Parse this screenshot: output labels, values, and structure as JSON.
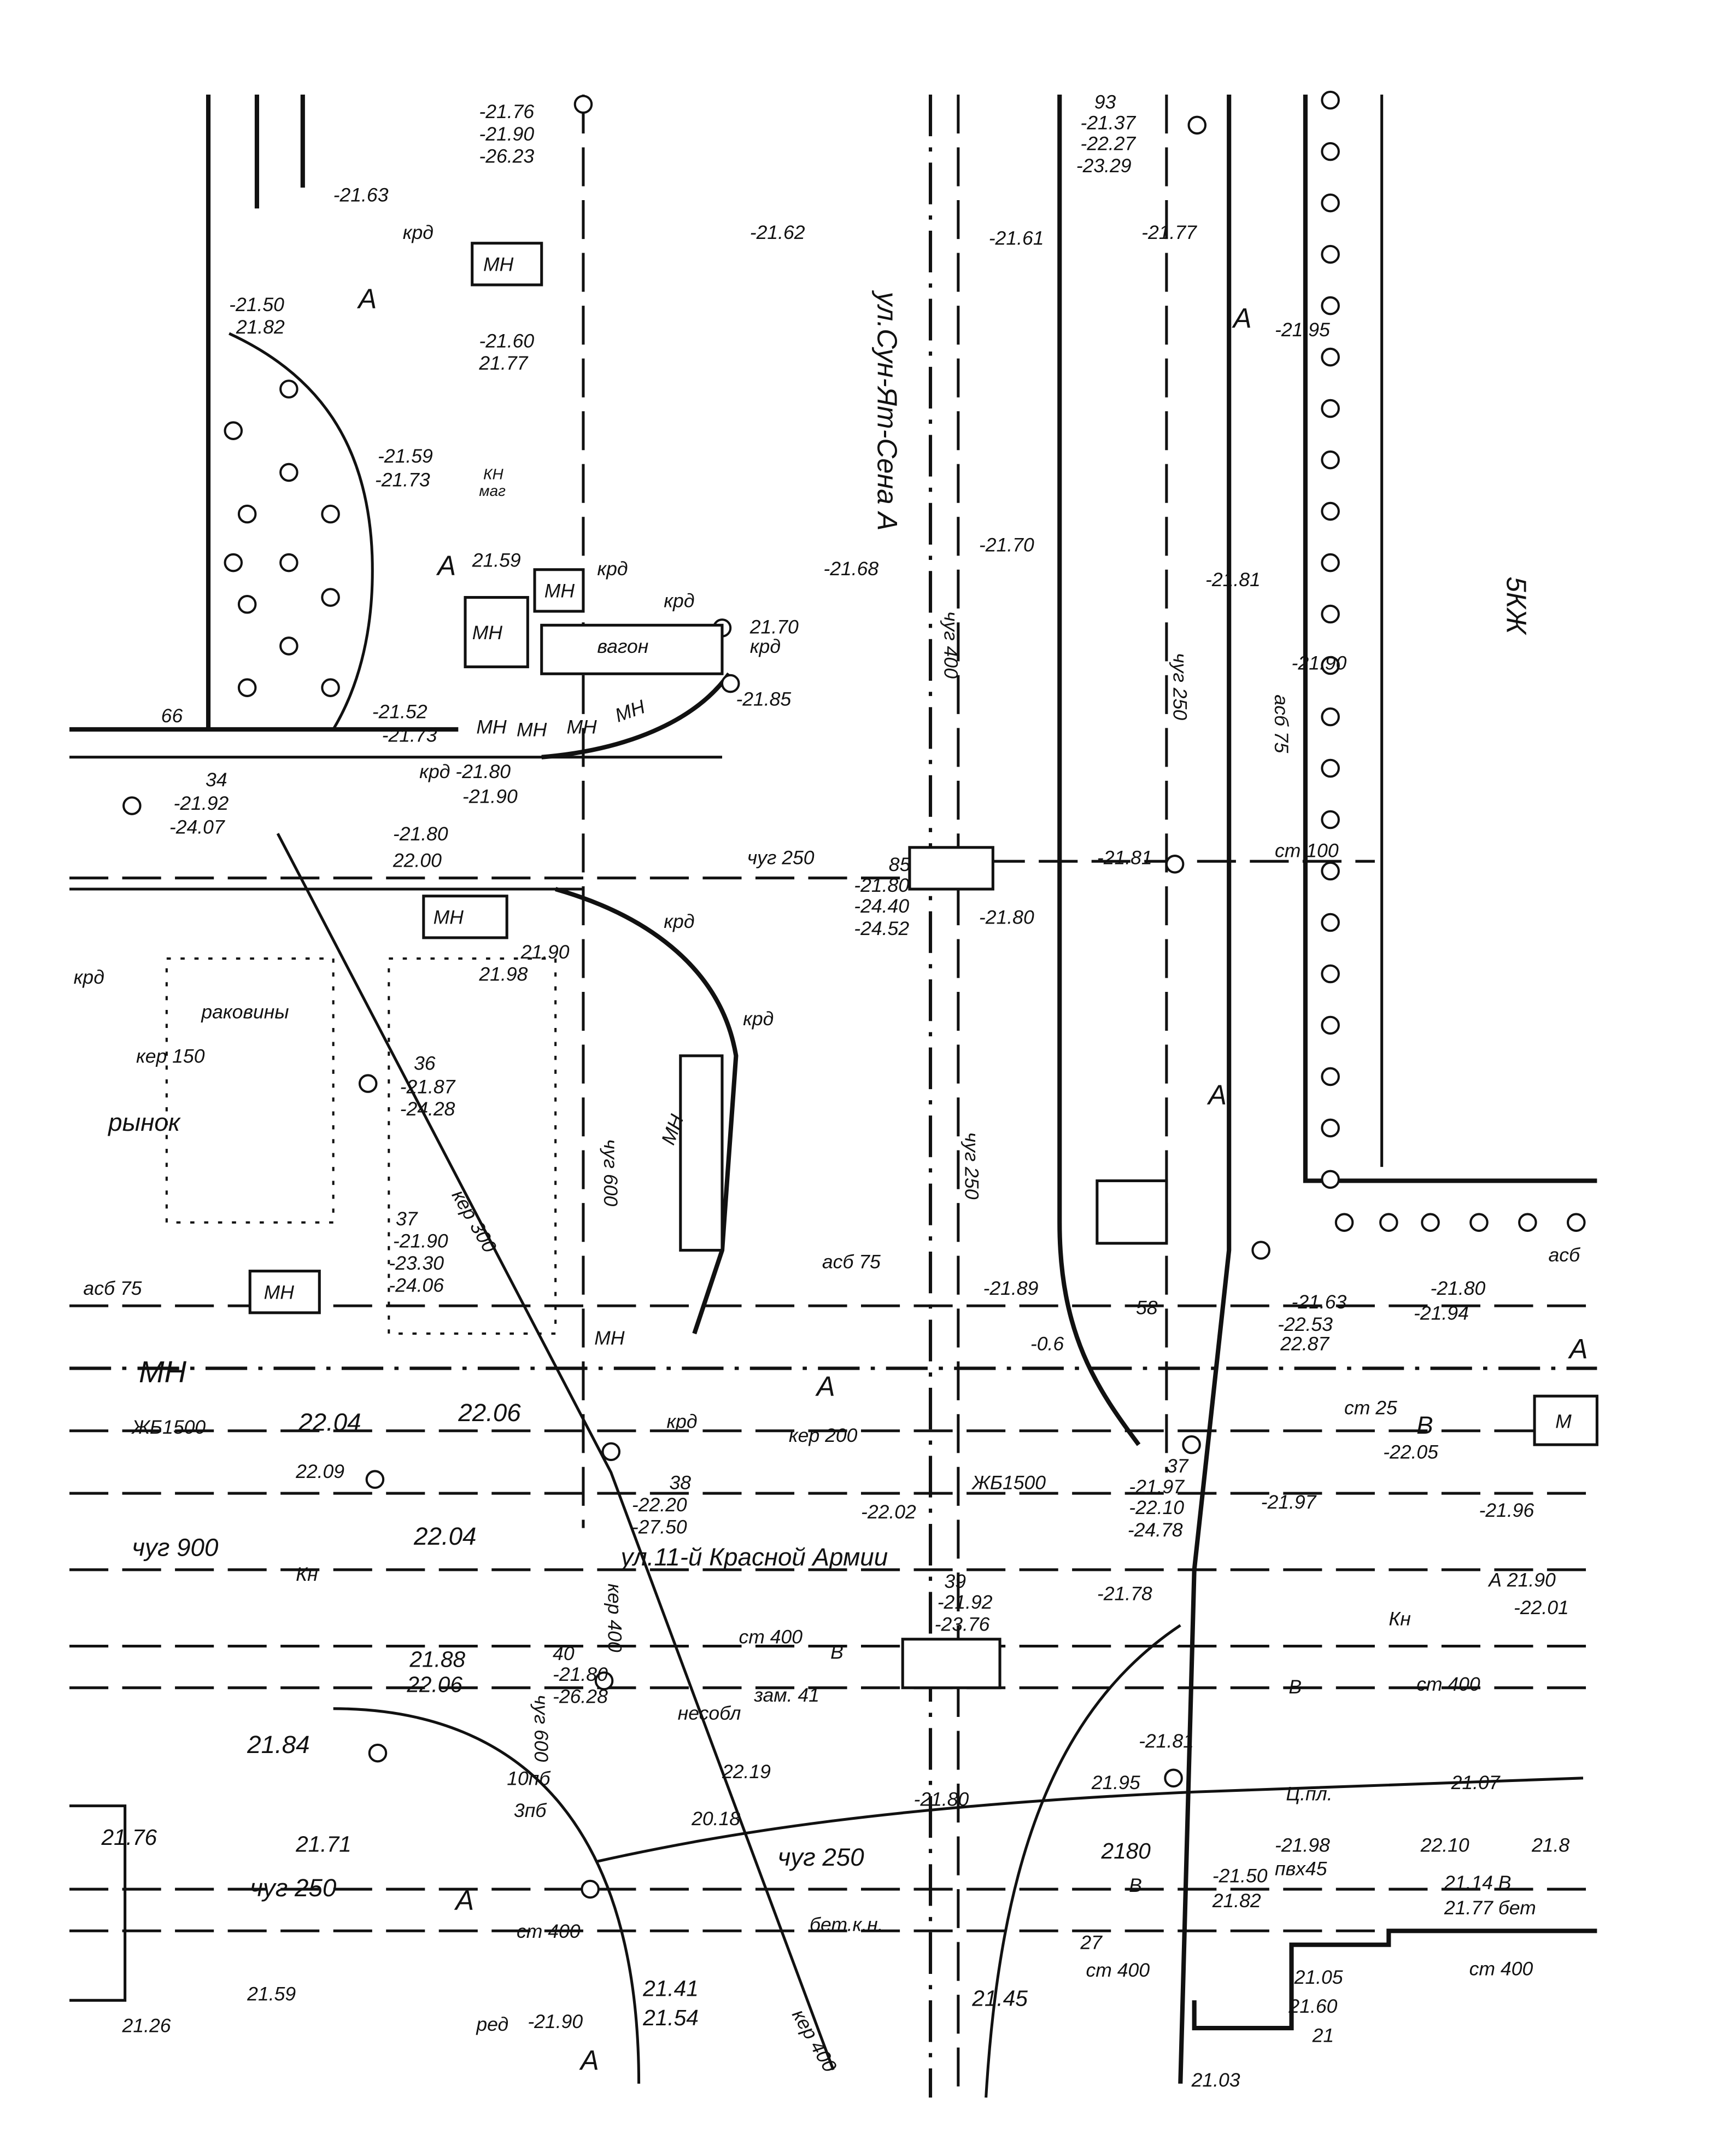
{
  "title": "Топографический план сетей — ул. Сун-Ят-Сена / ул. 11-й Красной Армии",
  "streets": [
    "ул.Сун-Ят-Сена  А",
    "ул.11-й Красной Армии",
    "5КЖ"
  ],
  "labels": [
    "-21.76",
    "-21.90",
    "-26.23",
    "93",
    "-21.37",
    "-22.27",
    "-23.29",
    "-21.63",
    "крд",
    "МН",
    "-21.62",
    "-21.61",
    "-21.77",
    "А",
    "-21.50",
    "21.82",
    "-21.60",
    "21.77",
    "А",
    "-21.95",
    "-21.59",
    "-21.73",
    "КН",
    "маг",
    "-21.70",
    "-21.68",
    "-21.81",
    "А",
    "21.59",
    "МН",
    "крд",
    "МН",
    "вагон",
    "крд",
    "21.70",
    "крд",
    "чуг 400",
    "-21.90",
    "чуг 250",
    "асб 75",
    "-21.85",
    "-21.52",
    "-21.73",
    "МН",
    "МН",
    "МН",
    "МН",
    "крд -21.80",
    "-21.90",
    "66",
    "34",
    "-21.92",
    "-24.07",
    "-21.80",
    "22.00",
    "чуг 250",
    "-21.81",
    "ст 100",
    "85",
    "-21.80",
    "-24.40",
    "-24.52",
    "-21.80",
    "МН",
    "крд",
    "21.90",
    "21.98",
    "крд",
    "раковины",
    "крд",
    "кер 150",
    "36",
    "-21.87",
    "-24.28",
    "рынок",
    "чуг 600",
    "МН",
    "чуг 250",
    "37",
    "-21.90",
    "-23.30",
    "-24.06",
    "кер 300",
    "асб 75",
    "асб 75",
    "-21.89",
    "асб",
    "МН",
    "58",
    "-21.63",
    "-21.80",
    "-22.53",
    "22.87",
    "-21.94",
    "МН",
    "-0.6",
    "А",
    "МН",
    "ст 25",
    "А",
    "ЖБ1500",
    "22.04",
    "22.06",
    "крд",
    "кер 200",
    "В",
    "-22.05",
    "М",
    "22.09",
    "38",
    "-22.20",
    "-27.50",
    "-22.02",
    "ЖБ1500",
    "37",
    "-21.97",
    "-22.10",
    "-24.78",
    "-21.97",
    "-21.96",
    "22.04",
    "чуг 900",
    "Кн",
    "39",
    "-21.92",
    "-23.76",
    "-21.78",
    "А 21.90",
    "-22.01",
    "Кн",
    "ст 400",
    "В",
    "40",
    "-21.80",
    "-26.28",
    "21.88",
    "22.06",
    "В",
    "ст 400",
    "зам. 41",
    "несобл",
    "21.84",
    "10пб",
    "3пб",
    "-21.80",
    "21.95",
    "Ц.пл.",
    "21.07",
    "21.76",
    "21.71",
    "чуг 250",
    "А",
    "22.19",
    "20.18",
    "чуг 250",
    "2180",
    "-21.98",
    "22.10",
    "21.8",
    "пвх45",
    "-21.50",
    "21.82",
    "21.14 В",
    "21.77 бет",
    "В",
    "ст 400",
    "бет.к.н.",
    "27",
    "ст 400",
    "ст 400",
    "21.05",
    "21.60",
    "21.59",
    "21.41",
    "21.54",
    "21.45",
    "кер 400",
    "21.26",
    "21",
    "21.03",
    "А",
    "ред",
    "чуг 600",
    "кер 400",
    "А",
    "-21.81",
    "-21.90"
  ]
}
